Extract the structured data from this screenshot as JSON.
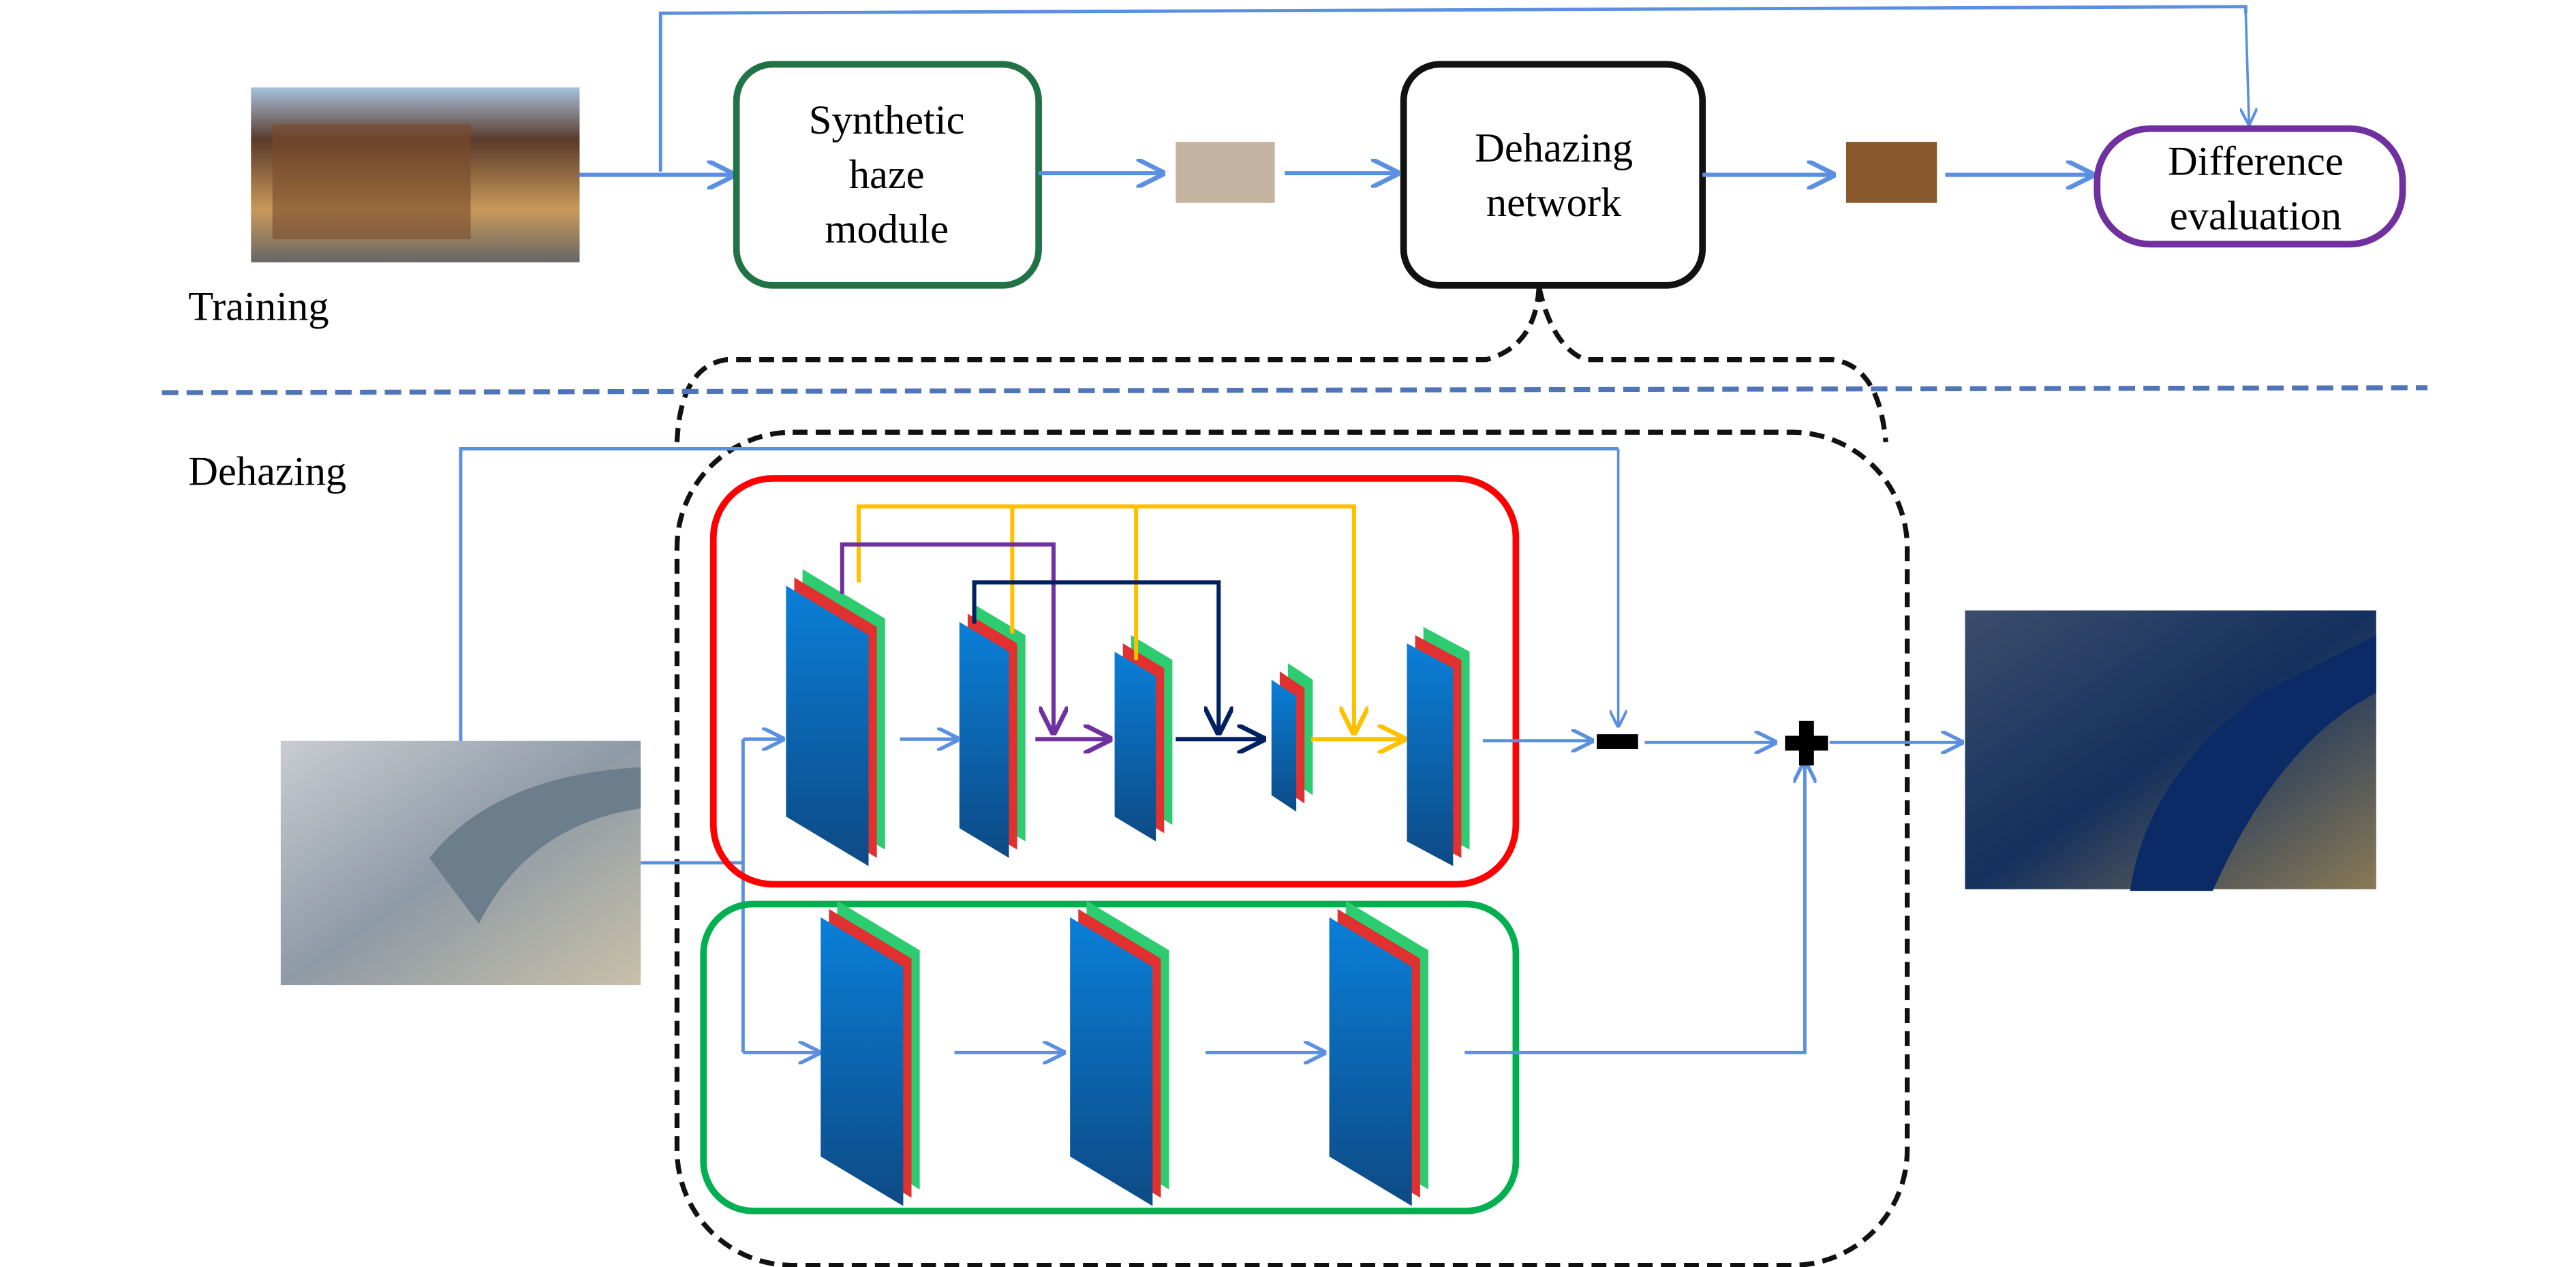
{
  "training": {
    "section_label": "Training",
    "modules": [
      {
        "id": "synthetic",
        "lines": [
          "Synthetic",
          "haze",
          "module"
        ],
        "color": "#217346"
      },
      {
        "id": "dehazing",
        "lines": [
          "Dehazing",
          "network"
        ],
        "color": "#111111"
      },
      {
        "id": "difference",
        "lines": [
          "Difference",
          "evaluation"
        ],
        "color": "#7030a0"
      }
    ]
  },
  "dehazing": {
    "section_label": "Dehazing",
    "operators": {
      "minus": "−",
      "plus": "+"
    }
  },
  "colors": {
    "arrow": "#5b8fe0",
    "separator": "#4f74b8",
    "upper_branch": "#ff0000",
    "lower_branch": "#00b050",
    "skip_yellow": "#ffc000",
    "skip_purple": "#7030a0",
    "skip_navy": "#002060",
    "layer_blue": "#0070c0",
    "layer_red": "#e03030",
    "layer_green": "#2ecc71"
  }
}
